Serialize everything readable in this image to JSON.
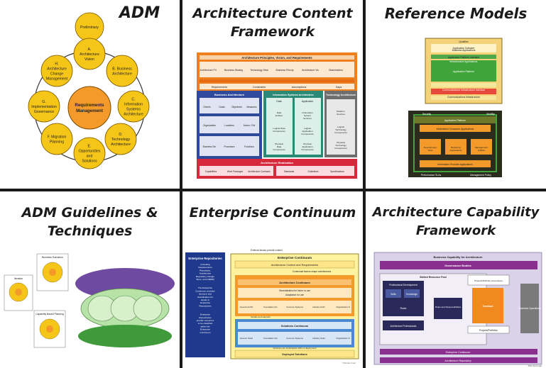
{
  "panels": {
    "adm": {
      "title": "ADM"
    },
    "acf": {
      "title_line1": "Architecture Content",
      "title_line2": "Framework"
    },
    "ref": {
      "title": "Reference Models"
    },
    "guide": {
      "title_line1": "ADM Guidelines &",
      "title_line2": "Techniques"
    },
    "ec": {
      "title": "Enterprise Continuum"
    },
    "capf": {
      "title_line1": "Architecture Capability",
      "title_line2": "Framework"
    }
  },
  "adm_diagram": {
    "center": "Requirements Management",
    "phases": [
      "Preliminary",
      "A. Architecture Vision",
      "B. Business Architecture",
      "C. Information Systems Architecture",
      "D. Technology Architecture",
      "E. Opportunities and Solutions",
      "F. Migration Planning",
      "G. Implementation Governance",
      "H. Architecture Change Management"
    ]
  },
  "acf_diagram": {
    "top": "Architecture Principles, Vision, and Requirements",
    "prelim": [
      "Architecture Principles",
      "Business Strategy",
      "Technology Strategy",
      "Business Principles, Objectives and Drivers",
      "Architecture Vision",
      "Stakeholders"
    ],
    "req": [
      "Requirements",
      "Constraints",
      "Assumptions",
      "Gaps"
    ],
    "ba_title": "Business Architecture",
    "ba_items": [
      "Drivers",
      "Goals",
      "Objectives",
      "Measures",
      "Organization Units",
      "Locations",
      "Actors / Roles",
      "Business Services",
      "Processes",
      "Functions"
    ],
    "is_title": "Information Systems Architecture",
    "is_cols": [
      "Data",
      "Application"
    ],
    "is_items": [
      "Data Entities",
      "Information System Services",
      "Logical Data Components",
      "Logical Application Components",
      "Physical Data Components",
      "Physical Application Components"
    ],
    "ta_title": "Technology Architecture",
    "ta_items": [
      "Platform Services",
      "Logical Technology Components",
      "Physical Technology Components"
    ],
    "realization": "Architecture Realization",
    "realization_items": [
      "Capabilities",
      "Work Packages",
      "Architecture Contracts",
      "Standards",
      "Guidelines",
      "Specifications"
    ]
  },
  "ref_diagram": {
    "trm_labels": [
      "Qualities",
      "Application Software",
      "Business Applications",
      "Infrastructure Applications",
      "Application Platform Interface",
      "Application Platform",
      "Communications Infrastructure Interface",
      "Communications Infrastructure"
    ],
    "iii_labels": [
      "Security",
      "Mobility",
      "Application Platform",
      "Information Consumer Applications",
      "Development Tools",
      "Brokering Applications",
      "Management Utilities",
      "Information Provider Applications",
      "Performance SLAs",
      "Management Policy"
    ]
  },
  "guide_diagram": {
    "labels": [
      "Business Scenarios",
      "Iteration",
      "Capability Based Planning"
    ]
  },
  "ec_diagram": {
    "side_title": "Enterprise Repositories",
    "side_text": [
      "(including Requirements Repository, Architecture Repository, Design Store, and CMDB)",
      "The Enterprise Continuum provides structure and classification for assets in Enterprise Repositories",
      "Enterprise Repositories provide resources to be classified within the Enterprise Continuum"
    ],
    "top_note": "External factors provide context",
    "main": "Enterprise Continuum",
    "context": "Architecture Context and Requirements",
    "contextual": "Contextual factors shape architectures",
    "arch_cont": "Architecture Continuum",
    "sol_cont": "Solutions Continuum",
    "generalization": "Generalization for future re-use",
    "adaptation": "Adaptation for use",
    "arch_row": [
      "Generic Architectures",
      "Foundation Architecture",
      "Common Systems Architectures",
      "Industry Architectures",
      "Organization-Specific Architectures"
    ],
    "sol_row": [
      "Generic Solutions",
      "Foundation Solutions",
      "Common Systems Solutions",
      "Industry Solutions",
      "Organization-Specific Solutions"
    ],
    "guides": "Guides and supports",
    "bottom_note": "Solutions are instantiated within a deployment",
    "deployed": "Deployed Solutions",
    "credit": "TOG Ent Cont"
  },
  "capf_diagram": {
    "top": "Business Capability for Architecture",
    "gov": "Governance Bodies",
    "skilled": "Skilled Resource Pool",
    "prof_dev": "Professional Development",
    "roles": [
      "Roles",
      "Skills",
      "Knowledge"
    ],
    "arch_prof": "Architecture Professionals",
    "roles_resp": "Roles and Responsibilities",
    "contract": "Contract",
    "proj_port": "Projects/Portfolios",
    "proj_gov": "Projects/Portfolio Governance",
    "biz_ops": "Business Operations",
    "repo": "Architecture Repository",
    "ent_cont": "Enterprise Continuum",
    "credit": "TOG Arch Cap"
  },
  "colors": {
    "adm_node": "#f5c518",
    "adm_center": "#f39a2a",
    "acf_orange": "#f0801e",
    "acf_blue": "#2f4a9a",
    "acf_teal": "#2b8a75",
    "acf_gray": "#6e6e6e",
    "acf_red": "#d8283c",
    "ref_green": "#3fa43a",
    "ref_dark": "#2b2b1e",
    "ec_navy": "#1f3a8c",
    "ec_yellow": "#fff3a0",
    "cap_purple": "#8b2f8f"
  }
}
